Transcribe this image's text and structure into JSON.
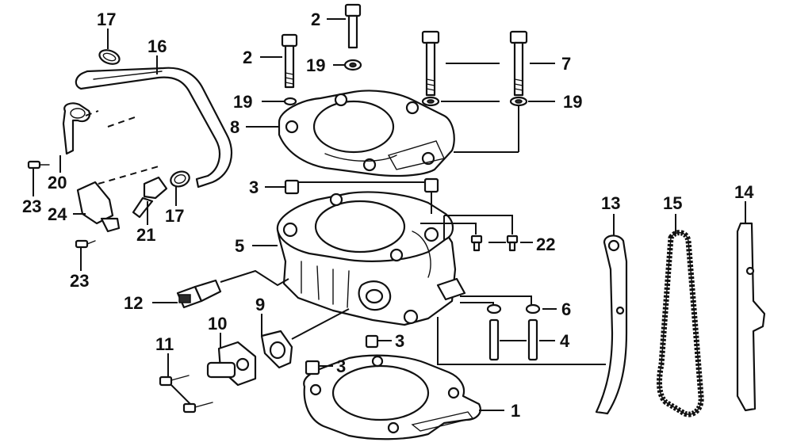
{
  "callouts": {
    "c1": "1",
    "c2a": "2",
    "c2b": "2",
    "c3a": "3",
    "c3b": "3",
    "c3c": "3",
    "c4": "4",
    "c5": "5",
    "c6": "6",
    "c7": "7",
    "c8": "8",
    "c9": "9",
    "c10": "10",
    "c11": "11",
    "c12": "12",
    "c13": "13",
    "c14": "14",
    "c15": "15",
    "c16": "16",
    "c17a": "17",
    "c17b": "17",
    "c19a": "19",
    "c19b": "19",
    "c19c": "19",
    "c20": "20",
    "c21": "21",
    "c22": "22",
    "c23a": "23",
    "c23b": "23",
    "c24": "24"
  },
  "colors": {
    "line": "#111111",
    "background": "#ffffff"
  }
}
